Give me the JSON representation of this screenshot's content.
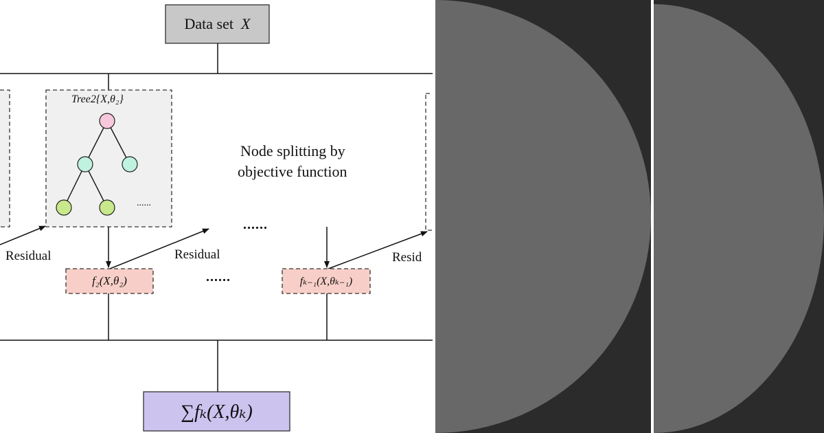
{
  "diagram": {
    "dataset_label": "Data set",
    "dataset_var": "X",
    "tree_title": "Tree2{X,θ₂}",
    "tree_ellipsis": "......",
    "node_splitting_line1": "Node splitting by",
    "node_splitting_line2": "objective function",
    "residual_label_1": "Residual",
    "residual_label_2": "Residual",
    "residual_label_3": "Resid",
    "dots_middle_top": "......",
    "dots_middle_bottom": "......",
    "f2_label": "f₂(X,θ₂)",
    "fk1_label": "fₖ₋₁(X,θₖ₋₁)",
    "sum_label": "∑fₖ(X,θₖ)",
    "colors": {
      "dataset_fill": "#c8c8c8",
      "tree_panel_fill": "#f0f0f0",
      "root_node": "#f7c8dc",
      "inner_node": "#bff2df",
      "leaf_node": "#c8e88c",
      "f_box_fill": "#f8cfc8",
      "sum_box_fill": "#cdc3ef",
      "dark_panel": "#2b2b2b",
      "semicircle": "#686868"
    }
  }
}
